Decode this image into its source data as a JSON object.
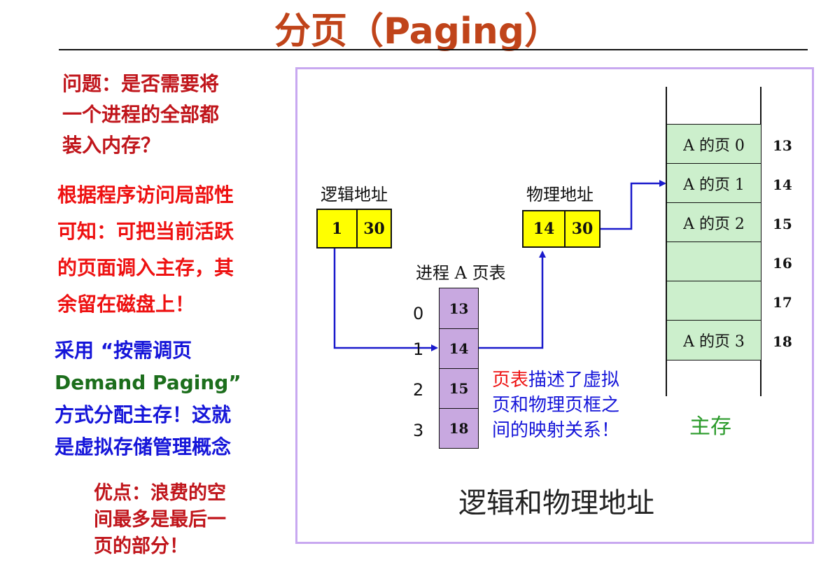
{
  "title": "分页（Paging）",
  "left_text": {
    "question": "问题：是否需要将\n一个进程的全部都\n装入内存？",
    "locality": "根据程序访问局部性\n可知：可把当前活跃\n的页面调入主存，其\n余留在磁盘上！",
    "demand_1": "采用 “按需调页",
    "demand_2": "Demand Paging”",
    "demand_3": "方式分配主存！这就\n是虚拟存储管理概念",
    "advantage": "优点：浪费的空\n间最多是最后一\n页的部分！"
  },
  "diagram": {
    "logical_address": {
      "label": "逻辑地址",
      "page": "1",
      "offset": "30"
    },
    "physical_address": {
      "label": "物理地址",
      "frame": "14",
      "offset": "30"
    },
    "page_table": {
      "label": "进程 A 页表",
      "indices": [
        "0",
        "1",
        "2",
        "3"
      ],
      "frames": [
        "13",
        "14",
        "15",
        "18"
      ]
    },
    "main_memory": {
      "label": "主存",
      "cells": [
        {
          "text": "A 的页 0",
          "frame": "13"
        },
        {
          "text": "A 的页 1",
          "frame": "14"
        },
        {
          "text": "A 的页 2",
          "frame": "15"
        },
        {
          "text": "",
          "frame": "16"
        },
        {
          "text": "",
          "frame": "17"
        },
        {
          "text": "A 的页 3",
          "frame": "18"
        }
      ]
    },
    "description_red": "页表",
    "description_rest": "描述了虚拟\n页和物理页框之\n间的映射关系！",
    "caption": "逻辑和物理地址",
    "colors": {
      "address_box": "#ffff00",
      "page_table": "#c8a8e0",
      "memory": "#ccefcc",
      "arrow": "#1a1acc"
    }
  }
}
